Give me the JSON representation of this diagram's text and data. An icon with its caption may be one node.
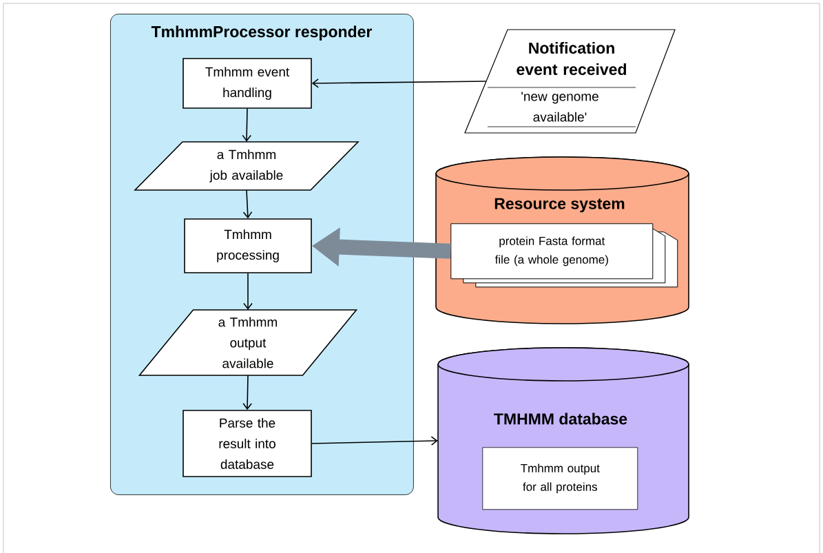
{
  "diagram": {
    "nodes": [
      {
        "text": [
          "TmhmmProcessor responder"
        ]
      },
      {
        "text": [
          "Tmhmm event handling"
        ],
        "in": 0
      },
      {
        "text": [
          "a Tmhmm job available"
        ],
        "in": 0
      },
      {
        "text": [
          "Tmhmm processing"
        ],
        "in": 0
      },
      {
        "text": [
          "a Tmhmm output available"
        ],
        "in": 0
      },
      {
        "text": [
          "Parse the result into database"
        ],
        "in": 0
      },
      {
        "text": [
          "Notification event received",
          "'new genome available'"
        ]
      },
      {
        "text": [
          "Resource system"
        ]
      },
      {
        "text": [
          "protein Fasta format file (a whole genome)"
        ],
        "in": 7
      },
      {
        "text": [
          "TMHMM database"
        ]
      },
      {
        "text": [
          "Tmhmm output for all proteins"
        ],
        "in": 9
      }
    ],
    "edges": [
      {
        "from": 6,
        "to": 1,
        "arrow": "to"
      },
      {
        "from": 1,
        "to": 2,
        "arrow": "to"
      },
      {
        "from": 2,
        "to": 3,
        "arrow": "to"
      },
      {
        "from": 3,
        "to": 4,
        "arrow": "to"
      },
      {
        "from": 4,
        "to": 5,
        "arrow": "to"
      },
      {
        "from": 8,
        "to": 3,
        "arrow": "to",
        "style": "thick",
        "color": "#7d8b98"
      },
      {
        "from": 5,
        "to": 9,
        "arrow": "to"
      }
    ]
  }
}
